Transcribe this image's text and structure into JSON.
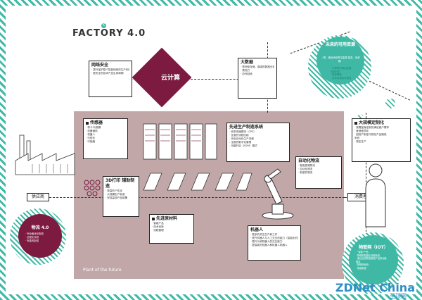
{
  "title": "FACTORY 4.0",
  "title_badge": "K",
  "cloud": "云计算",
  "plant_label": "Plant of the future",
  "network_security": {
    "title": "网络安全",
    "items": [
      "· 提升保护整个智能网络的生产制造",
      "",
      "· 更安全的技术产品生命周期"
    ]
  },
  "big_data": {
    "title": "大数据",
    "items": [
      "· 预测型存储，增强的数据分析能力",
      "· 预测力",
      "· 协作制造"
    ]
  },
  "future_resources": {
    "title": "未来的可用资源",
    "subtitle": "（再、造技术和再生能源 能发、电资源）",
    "items": [
      "· 不停研究再生能源",
      "  变化开发",
      "· 能源降耗",
      "· 资本资源的可靠性"
    ]
  },
  "sensors": {
    "title": "传感器",
    "items": [
      "· 带卡口/摄像",
      "· 机器通信",
      "· 机器人",
      "· 可视化",
      "· 可接触"
    ]
  },
  "adv_mfg": {
    "title": "先进生产制造系统",
    "items": [
      "· 信息传播更快（CPS）",
      "· 全面的流程控制",
      "  - 完全自动化生产流程",
      "  - 全面的数字化管理",
      "  - 乐趣开启（M2M）模式"
    ]
  },
  "mass_custom": {
    "title": "大规模定制化",
    "items": [
      "· 按需量身定制的满足客户需求",
      "· 营造差异化",
      "· 因用户制定可视化产品路线",
      "  系统",
      "· 按定生产"
    ]
  },
  "printing3d": {
    "title": "3D打印 辅助制造",
    "items": [
      "· 更高的个性化",
      "· 大规模生产制造",
      "· 完成高效产品部署"
    ]
  },
  "auto_logistics": {
    "title": "自动化物流",
    "items": [
      "· 智能高端物流",
      "· 自动化物流",
      "· 新型的物流"
    ]
  },
  "supplier": "供应商",
  "consumer": "消费者/客户",
  "adv_materials": {
    "title": "先进原材料",
    "items": [
      "· 智能产品",
      "· 技术创新",
      "· 流程管理"
    ]
  },
  "robots": {
    "title": "机器人",
    "items": [
      "· 更多的关注生产和工作",
      "· 提升机器人与人工交互的能力（智能化的）",
      "· 提升与和机器人的交互能力",
      "· 更智能的机器人和机器人机器人"
    ]
  },
  "logistics40": {
    "title": "物流 4.0",
    "items": [
      "· 完全最优化配送",
      "· 全程化系统",
      "· 完善的配送"
    ]
  },
  "iot": {
    "title": "物联网（IOT）",
    "items": [
      "· \"智能\"产品",
      "· 物联网智能化流程系统",
      "· 通过信息联接智能产品的功能",
      "  服务",
      "· 物联网系统",
      "· 智能制造"
    ]
  },
  "watermark": "ZDNet China",
  "watermark_sub": "至顶网",
  "colors": {
    "plant": "#c2a7a9",
    "cloud": "#7c1a3f",
    "accent": "#3fb9a6"
  }
}
